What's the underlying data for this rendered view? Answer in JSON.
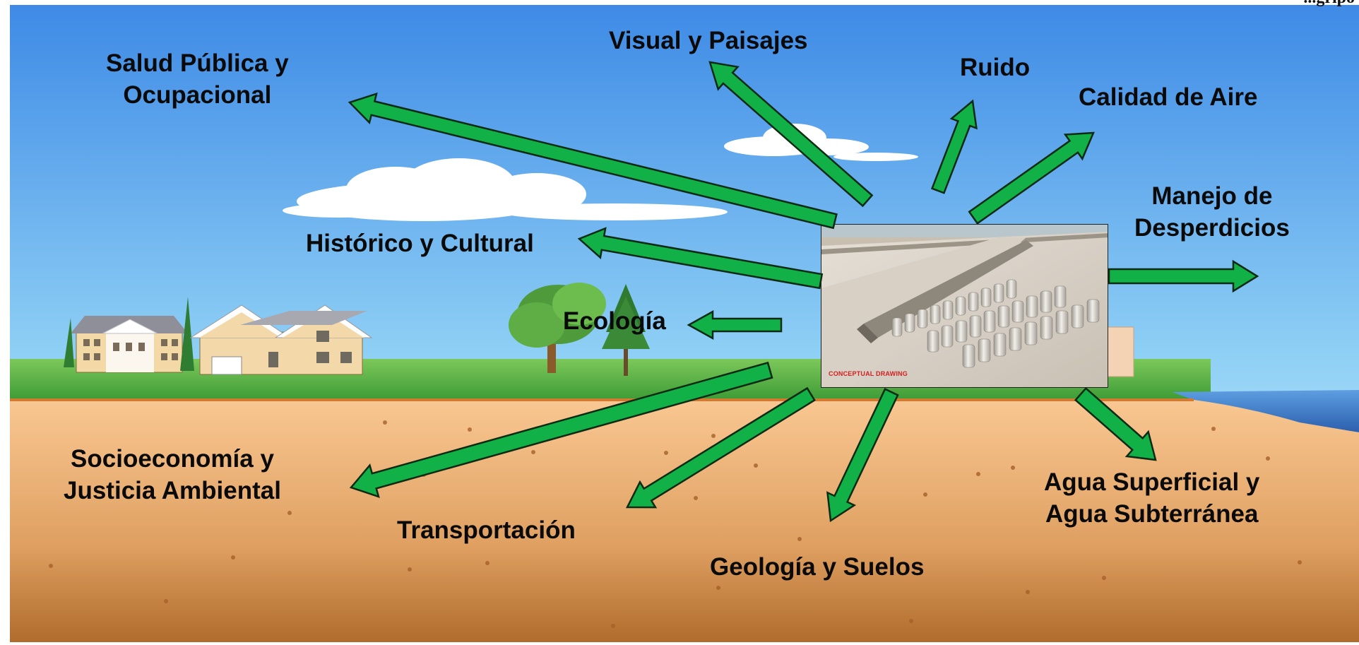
{
  "diagram": {
    "photo_caption": "CONCEPTUAL DRAWING",
    "corner_text": "...gripo",
    "labels": {
      "salud": [
        "Salud Pública y",
        "Ocupacional"
      ],
      "visual": "Visual y Paisajes",
      "ruido": "Ruido",
      "aire": "Calidad de Aire",
      "desperdicios": [
        "Manejo de",
        "Desperdicios"
      ],
      "historico": "Histórico y Cultural",
      "ecologia": "Ecología",
      "socio": [
        "Socioeconomía y",
        "Justicia Ambiental"
      ],
      "transportacion": "Transportación",
      "geologia": "Geología y Suelos",
      "agua": [
        "Agua Superficial y",
        "Agua Subterránea"
      ]
    },
    "colors": {
      "arrow_fill": "#11b148",
      "arrow_stroke": "#0d2a14",
      "sky_top": "#3f8fe8",
      "sky_bottom": "#cfeefb",
      "grass": "#4aa83a",
      "soil_top": "#f7c08a",
      "soil_bottom": "#b8742e",
      "water": "#3a78c8"
    },
    "icons": [
      "house-icon",
      "tree-icon",
      "cloud-icon",
      "cask-storage-photo"
    ]
  }
}
